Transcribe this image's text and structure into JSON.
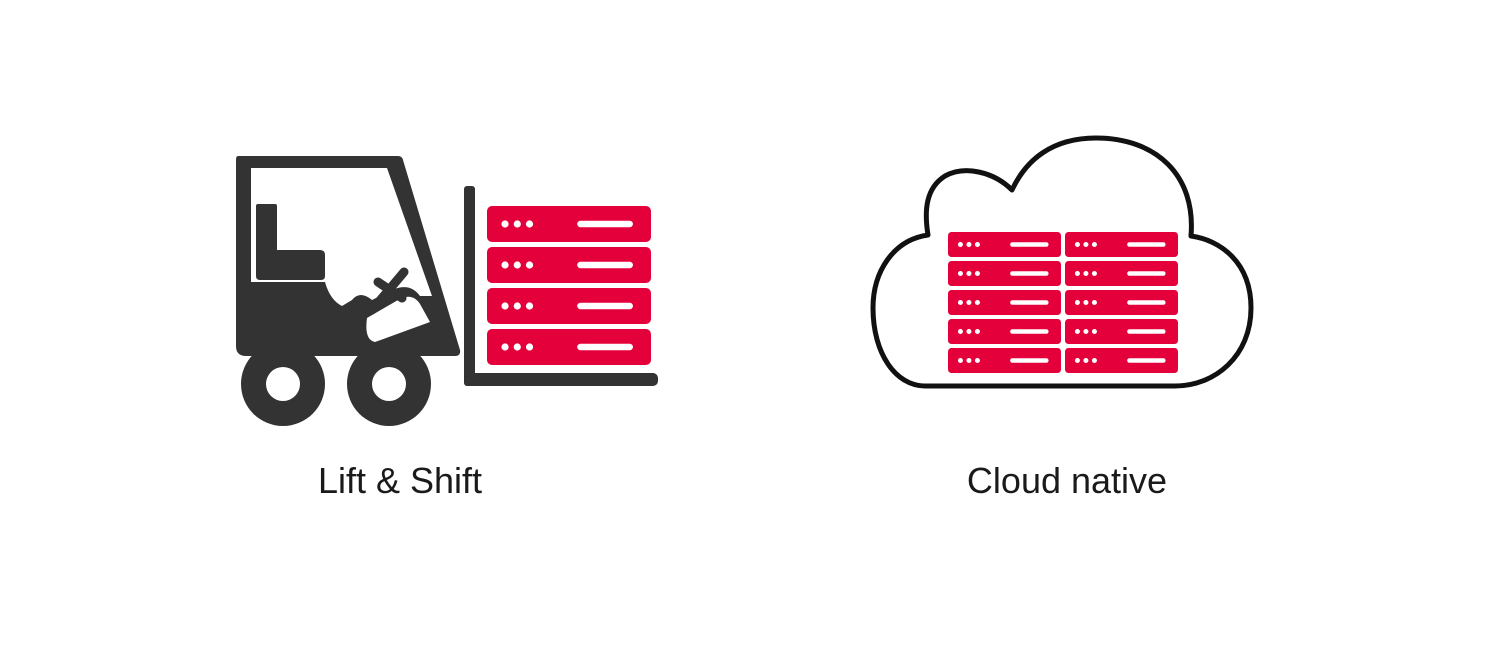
{
  "options": [
    {
      "id": "lift",
      "icon": "forklift-servers-icon",
      "label": "Lift & Shift"
    },
    {
      "id": "cloud",
      "icon": "cloud-servers-icon",
      "label": "Cloud native"
    }
  ],
  "colors": {
    "server_red": "#e4003b",
    "vehicle_dark": "#333333",
    "cloud_outline": "#111111",
    "text": "#1a1a1a",
    "background": "#ffffff"
  }
}
